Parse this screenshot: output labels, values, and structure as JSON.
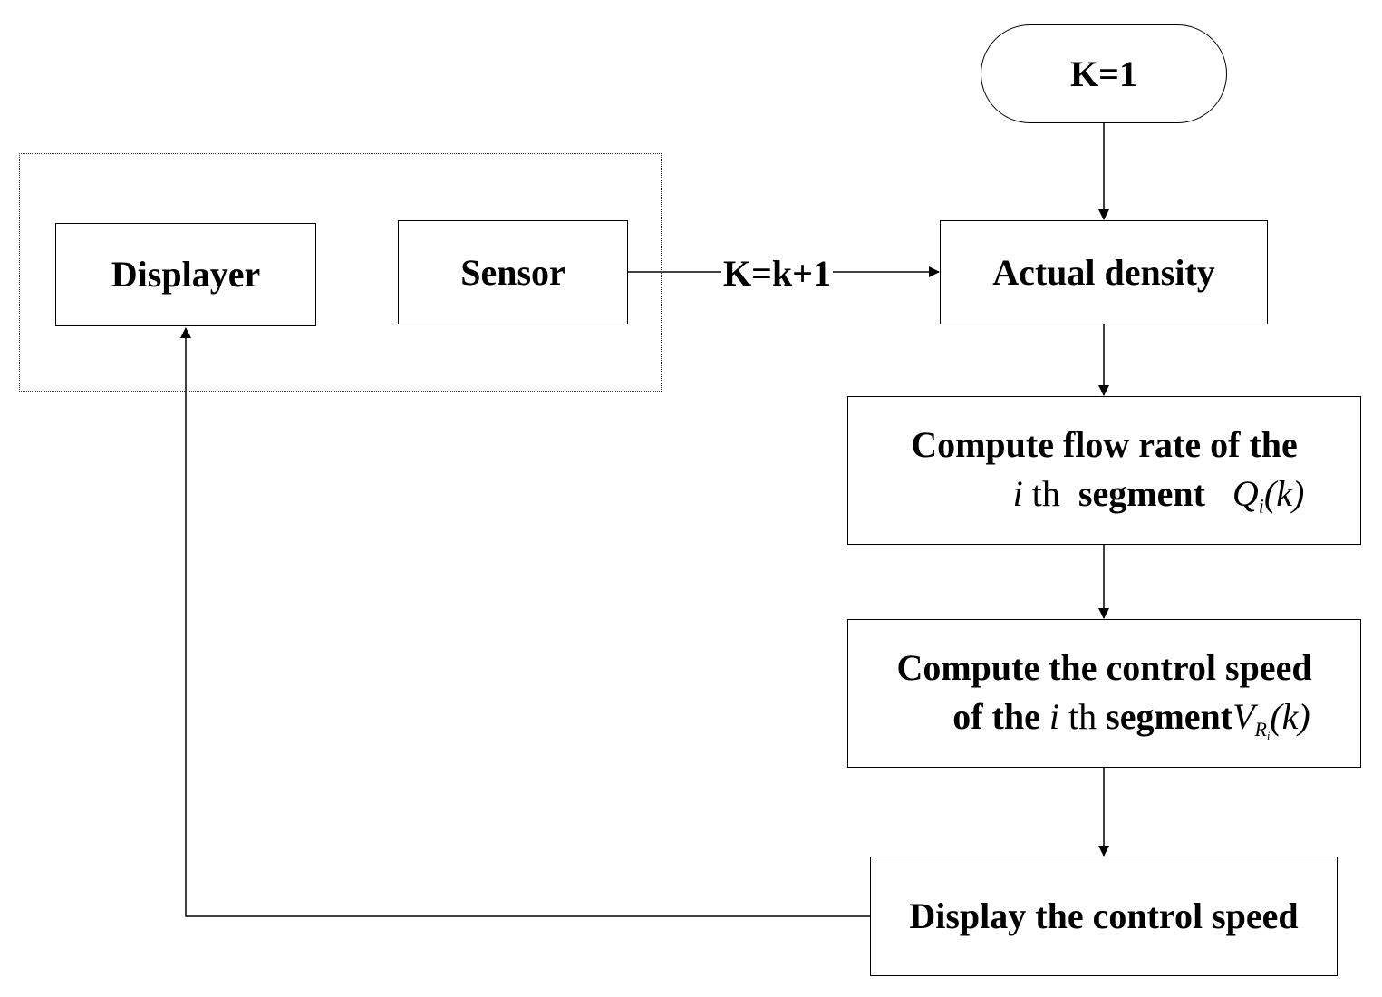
{
  "nodes": {
    "start": {
      "label": "K=1"
    },
    "sensor": {
      "label": "Sensor"
    },
    "displayer": {
      "label": "Displayer"
    },
    "actual_density": {
      "label": "Actual density"
    },
    "compute_flow": {
      "line1": "Compute flow rate of the",
      "line2_var": "i",
      "line2_ordinal": "th",
      "line2_text": "segment",
      "line2_symbol": "Q",
      "line2_sub": "i",
      "line2_arg": "(k)"
    },
    "compute_speed": {
      "line1": "Compute the control speed",
      "line2_prefix": "of the",
      "line2_var": "i",
      "line2_ordinal": "th",
      "line2_text": "segment",
      "line2_symbol": "V",
      "line2_sub": "R",
      "line2_subsub": "i",
      "line2_arg": "(k)"
    },
    "display_speed": {
      "label": "Display the control speed"
    }
  },
  "edges": {
    "loop_label": "K=k+1"
  },
  "colors": {
    "stroke": "#000000",
    "background": "#ffffff"
  }
}
